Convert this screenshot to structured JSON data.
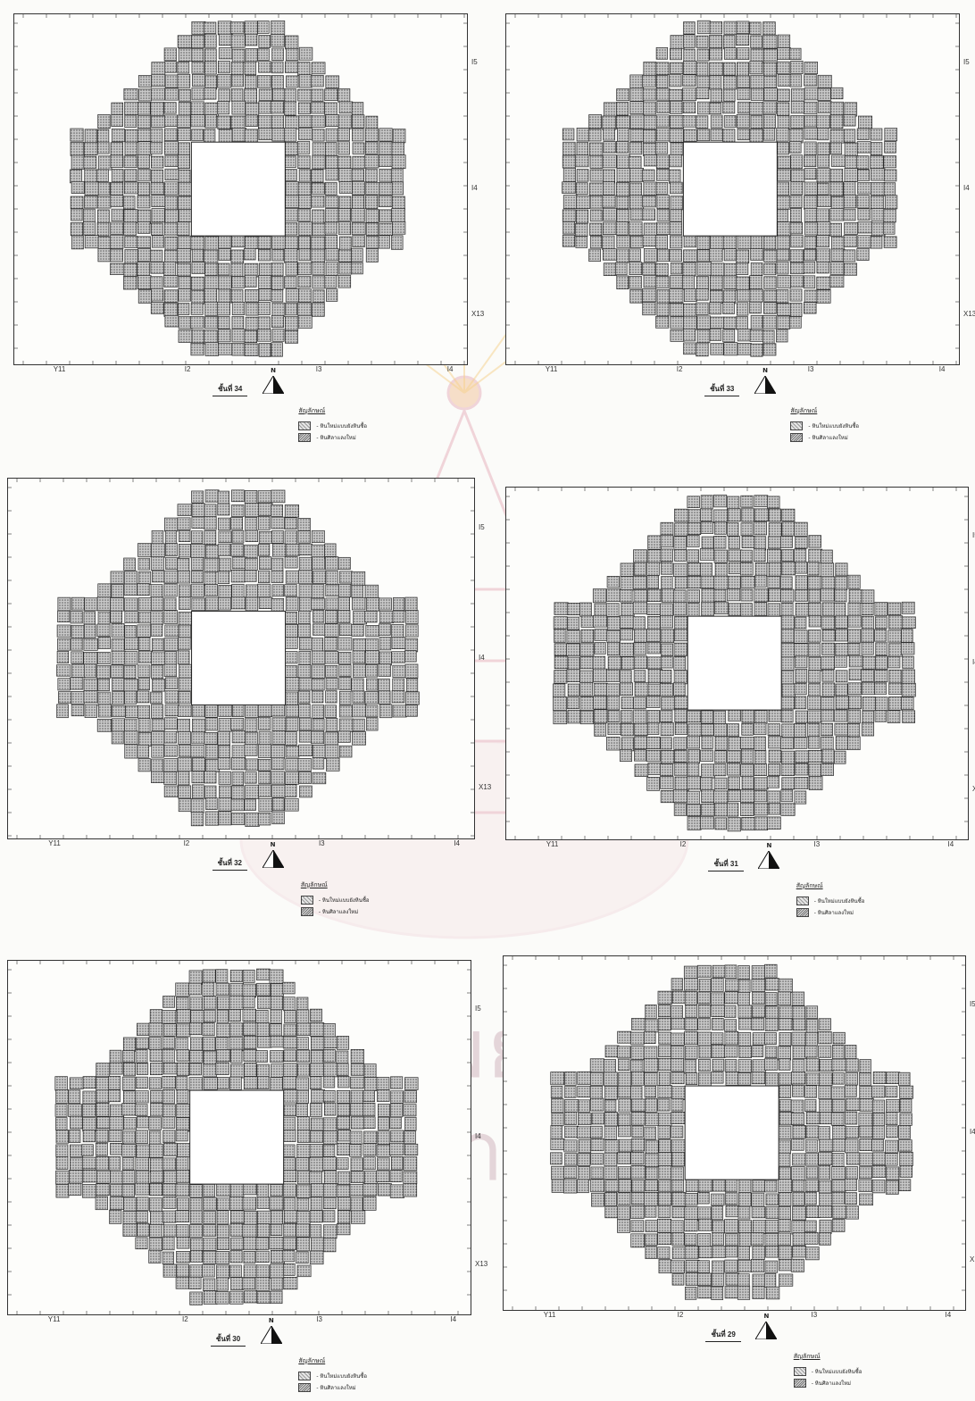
{
  "watermark": {
    "line1": "ทยทรัพย",
    "line2": "ณ์มหาวิ"
  },
  "colors": {
    "ink": "#222222",
    "stone": "#9a9a9a",
    "watermark": "#caa9b4"
  },
  "axes": {
    "y_ticks": [
      "Y11",
      "I2",
      "I3",
      "I4"
    ],
    "x_ticks": [
      "I5",
      "I4",
      "X13"
    ]
  },
  "north_label": "N",
  "legend": {
    "title": "สัญลักษณ์",
    "items": [
      "- หินใหม่แบบยังหินซื้อ",
      "- หินศิลาแลงใหม่"
    ]
  },
  "panels": [
    {
      "id": "p34",
      "level_label": "ชั้นที่ 34"
    },
    {
      "id": "p33",
      "level_label": "ชั้นที่ 33"
    },
    {
      "id": "p32",
      "level_label": "ชั้นที่ 32"
    },
    {
      "id": "p31",
      "level_label": "ชั้นที่ 31"
    },
    {
      "id": "p30",
      "level_label": "ชั้นที่ 30"
    },
    {
      "id": "p29",
      "level_label": "ชั้นที่ 29"
    }
  ]
}
